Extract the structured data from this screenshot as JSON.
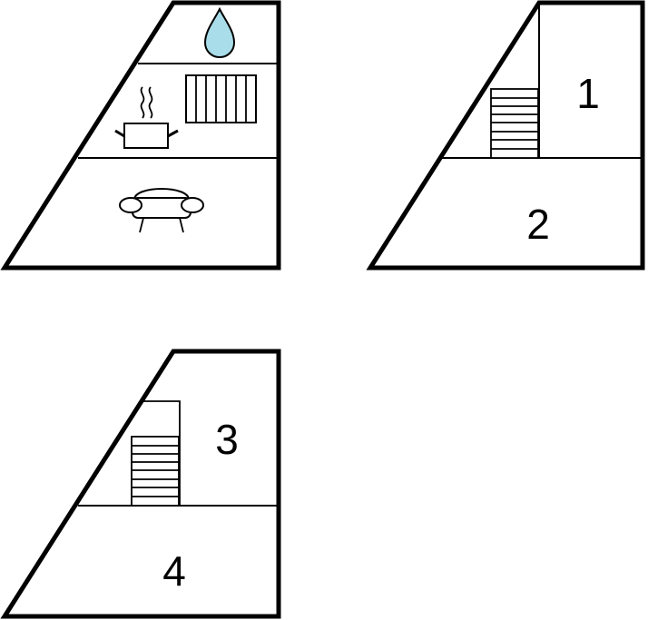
{
  "diagram": {
    "colors": {
      "line": "#000000",
      "water": "#a9dde9",
      "background": "#ffffff"
    },
    "panels": [
      {
        "id": "legend",
        "icons": [
          "water-drop-icon",
          "radiator-icon",
          "cooking-pot-icon",
          "armchair-icon"
        ]
      },
      {
        "id": "floor-upper",
        "rooms": [
          {
            "label": "1"
          },
          {
            "label": "2"
          }
        ],
        "icons": [
          "staircase-icon"
        ]
      },
      {
        "id": "floor-lower",
        "rooms": [
          {
            "label": "3"
          },
          {
            "label": "4"
          }
        ],
        "icons": [
          "staircase-icon"
        ]
      }
    ]
  }
}
